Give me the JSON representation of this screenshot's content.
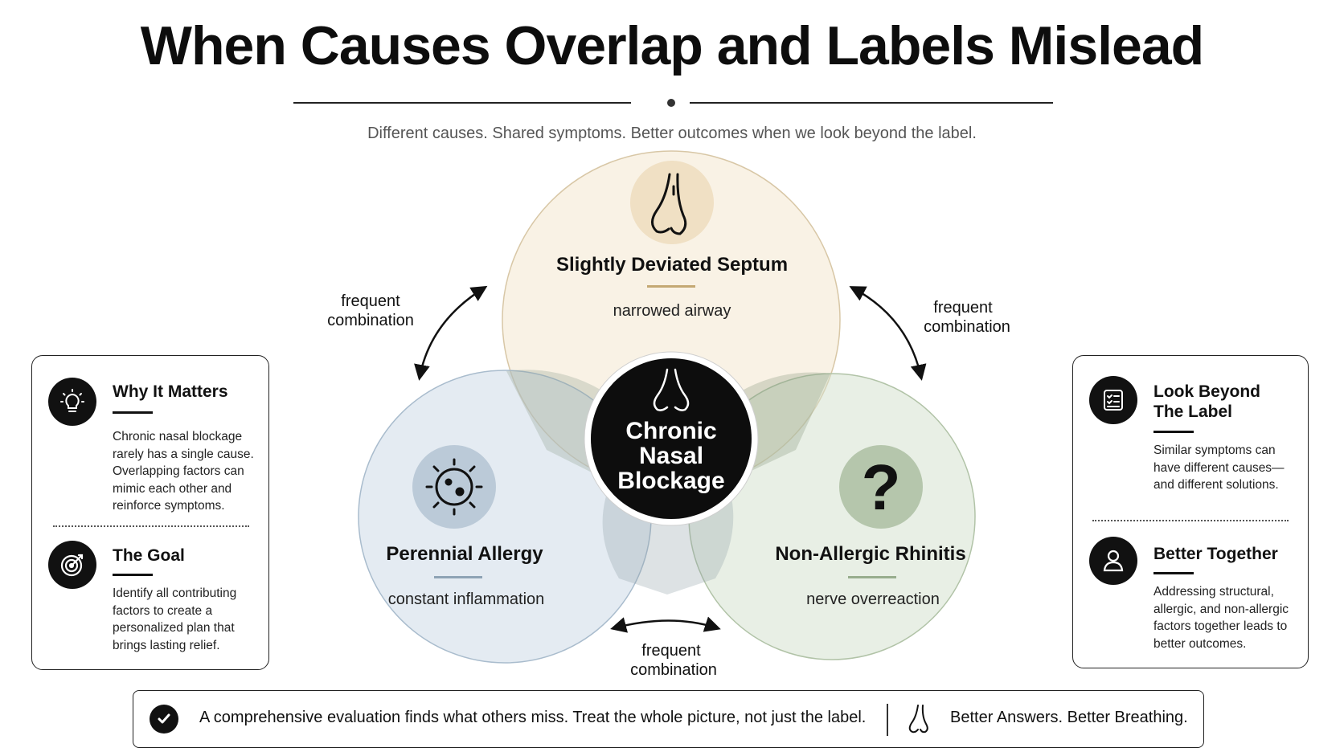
{
  "header": {
    "title": "When Causes Overlap and Labels Mislead",
    "subtitle": "Different causes. Shared symptoms. Better outcomes when we look beyond the label."
  },
  "venn": {
    "center": {
      "lines": [
        "Chronic",
        "Nasal",
        "Blockage"
      ],
      "icon": "nose-icon"
    },
    "septum": {
      "title": "Slightly Deviated Septum",
      "subtitle": "narrowed airway",
      "icon": "nose-outline-icon",
      "color": "#f2e3c6"
    },
    "allergy": {
      "title": "Perennial Allergy",
      "subtitle": "constant inflammation",
      "icon": "allergen-icon",
      "color": "#c9d8e6"
    },
    "rhinitis": {
      "title": "Non-Allergic Rhinitis",
      "subtitle": "nerve overreaction",
      "icon": "question-mark-icon",
      "color": "#d2dfcb"
    },
    "arrows": {
      "left": [
        "frequent",
        "combination"
      ],
      "right": [
        "frequent",
        "combination"
      ],
      "bottom": [
        "frequent",
        "combination"
      ]
    }
  },
  "left_panel": {
    "why": {
      "title": "Why It Matters",
      "lines": [
        "Chronic nasal blockage",
        "rarely has a single cause.",
        "Overlapping factors can",
        "mimic each other and",
        "reinforce symptoms."
      ],
      "icon": "lightbulb-icon"
    },
    "goal": {
      "title": "The Goal",
      "lines": [
        "Identify all contributing",
        "factors to create a",
        "personalized plan that",
        "brings lasting relief."
      ],
      "icon": "target-icon"
    }
  },
  "right_panel": {
    "beyond": {
      "title_lines": [
        "Look Beyond",
        "The Label"
      ],
      "lines": [
        "Similar symptoms can",
        "have different causes—",
        "and different solutions."
      ],
      "icon": "checklist-icon"
    },
    "together": {
      "title": "Better Together",
      "lines": [
        "Addressing structural,",
        "allergic, and non-allergic",
        "factors together leads to",
        "better outcomes."
      ],
      "icon": "person-icon"
    }
  },
  "footer": {
    "message": "A comprehensive evaluation finds what others miss. Treat the whole picture, not just the label.",
    "tagline": "Better Answers. Better Breathing.",
    "icons": [
      "check-circle-icon",
      "nose-outline-icon"
    ]
  }
}
